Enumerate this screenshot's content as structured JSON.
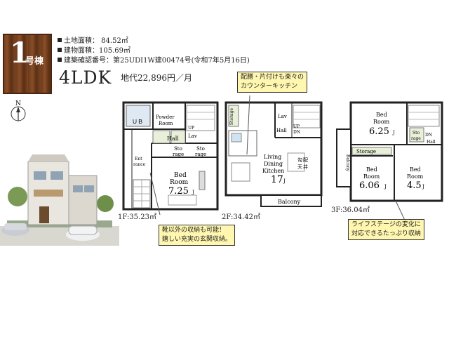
{
  "badge": {
    "number": "1",
    "suffix": "号棟"
  },
  "specs": {
    "land_area": "土地面積：  84.52㎡",
    "building_area": "建物面積：105.69㎡",
    "permit": "建築確認番号：第25UDI1W建00474号(令和7年5月16日)"
  },
  "layout_name": "4LDK",
  "land_rent": "地代22,896円／月",
  "callouts": {
    "kitchen": [
      "配膳・片付けも楽々の",
      "カウンターキッチン"
    ],
    "entrance": [
      "靴以外の収納も可能！",
      "嬉しい充実の玄関収納。"
    ],
    "storage": [
      "ライフステージの変化に",
      "対応できるたっぷり収納"
    ]
  },
  "compass": "N",
  "floors": {
    "f1": {
      "label": "1F:35.23㎡",
      "rooms": {
        "ub": "ＵＢ",
        "powder": [
          "Powder",
          "Room"
        ],
        "hall": "Hall",
        "storage1": [
          "Sto",
          "rage"
        ],
        "storage2": [
          "Sto",
          "rage"
        ],
        "entrance": [
          "Ent",
          "rance"
        ],
        "lav": "Lav",
        "bed_label": [
          "Bed",
          "Room"
        ],
        "bed_size": "7.25",
        "up": "UP",
        "j": "J"
      }
    },
    "f2": {
      "label": "2F:34.42㎡",
      "rooms": {
        "storage": "Storage",
        "lav": "Lav",
        "hall": "Hall",
        "updn": [
          "UP",
          "DN"
        ],
        "ldk": [
          "Living",
          "Dining",
          "Kitchen"
        ],
        "ldk_size": "17",
        "ceiling": [
          "勾",
          "配",
          "天",
          "井"
        ],
        "balcony": "Balcony",
        "j": "J"
      }
    },
    "f3": {
      "label": "3F:36.04㎡",
      "rooms": {
        "bed1_label": [
          "Bed",
          "Room"
        ],
        "bed1_size": "6.25",
        "bed2_label": [
          "Bed",
          "Room"
        ],
        "bed2_size": "6.06",
        "bed3_label": [
          "Bed",
          "Room"
        ],
        "bed3_size": "4.5",
        "storage": "Storage",
        "storage_small": [
          "Sto",
          "rage"
        ],
        "hall": "Hall",
        "dn": "DN",
        "balcony": "Balcony",
        "j": "J"
      }
    }
  }
}
